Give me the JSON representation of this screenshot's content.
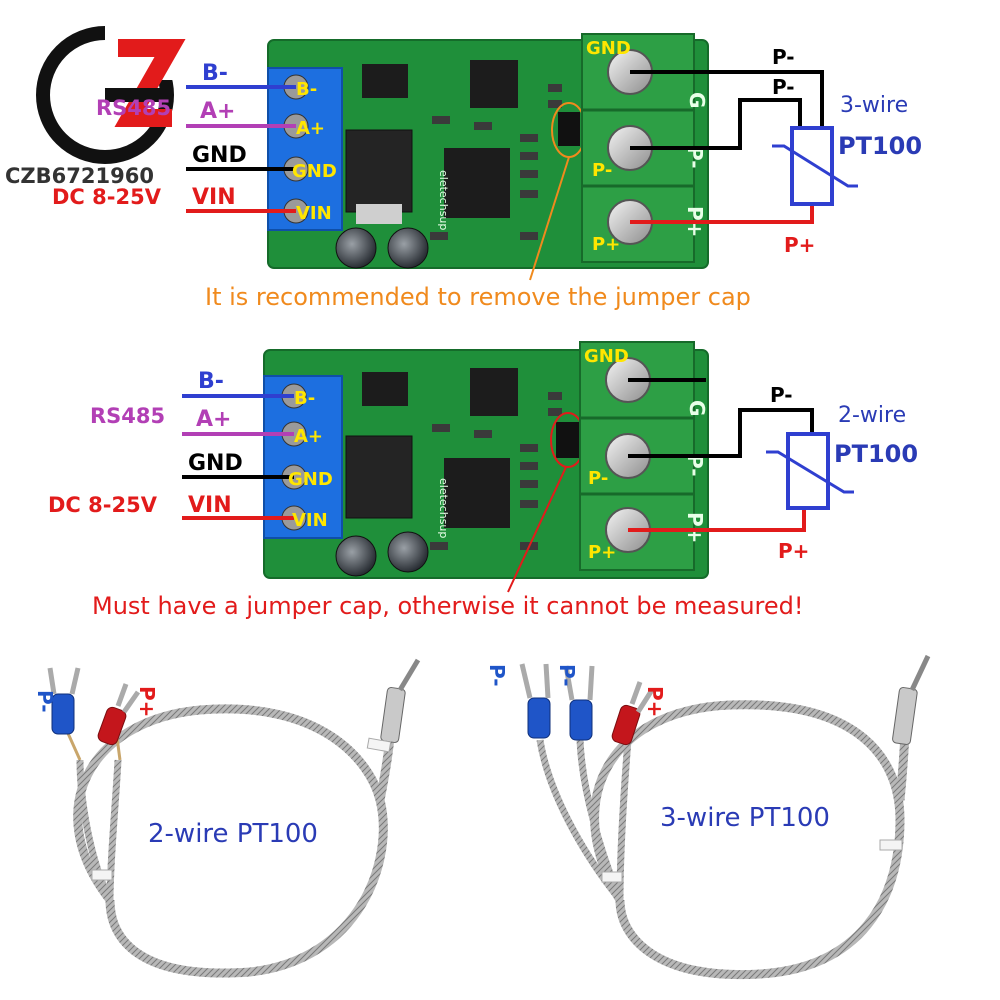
{
  "logo": {
    "watermark": "CZB6721960"
  },
  "top_panel": {
    "left_labels": {
      "b_minus": "B-",
      "rs485": "RS485",
      "a_plus": "A+",
      "gnd": "GND",
      "dc": "DC 8-25V",
      "vin": "VIN"
    },
    "pin_labels": [
      "B-",
      "A+",
      "GND",
      "VIN"
    ],
    "terminal_labels": {
      "gnd": "GND",
      "p_minus": "P-",
      "p_plus": "P+"
    },
    "board_labels": {
      "g": "G",
      "p_minus": "P-",
      "p_plus": "P+",
      "brand": "eletechsup"
    },
    "wire_labels": {
      "p_minus_1": "P-",
      "p_minus_2": "P-",
      "p_plus": "P+"
    },
    "sensor_type": "3-wire",
    "sensor_name": "PT100",
    "note": "It is recommended to remove the jumper cap"
  },
  "bottom_panel": {
    "left_labels": {
      "b_minus": "B-",
      "rs485": "RS485",
      "a_plus": "A+",
      "gnd": "GND",
      "dc": "DC 8-25V",
      "vin": "VIN"
    },
    "pin_labels": [
      "B-",
      "A+",
      "GND",
      "VIN"
    ],
    "terminal_labels": {
      "gnd": "GND",
      "p_minus": "P-",
      "p_plus": "P+"
    },
    "board_labels": {
      "g": "G",
      "p_minus": "P-",
      "p_plus": "P+",
      "brand": "eletechsup"
    },
    "wire_labels": {
      "p_minus": "P-",
      "p_plus": "P+"
    },
    "sensor_type": "2-wire",
    "sensor_name": "PT100",
    "note": "Must have a jumper cap, otherwise it cannot be measured!"
  },
  "probes": {
    "left": {
      "caption": "2-wire PT100",
      "tags": [
        "P-",
        "P+"
      ]
    },
    "right": {
      "caption": "3-wire PT100",
      "tags": [
        "P-",
        "P-",
        "P+"
      ]
    }
  },
  "colors": {
    "blue": "#2f3fd0",
    "purple": "#b23fb5",
    "red": "#e21b1b",
    "black": "#000000",
    "yellow": "#ffe600",
    "orange": "#f08a1d",
    "pcb": "#1f8f3a",
    "terminal_green": "#2d9f45",
    "terminal_blue": "#1d6fe0",
    "text_blue": "#2a3bb5"
  }
}
